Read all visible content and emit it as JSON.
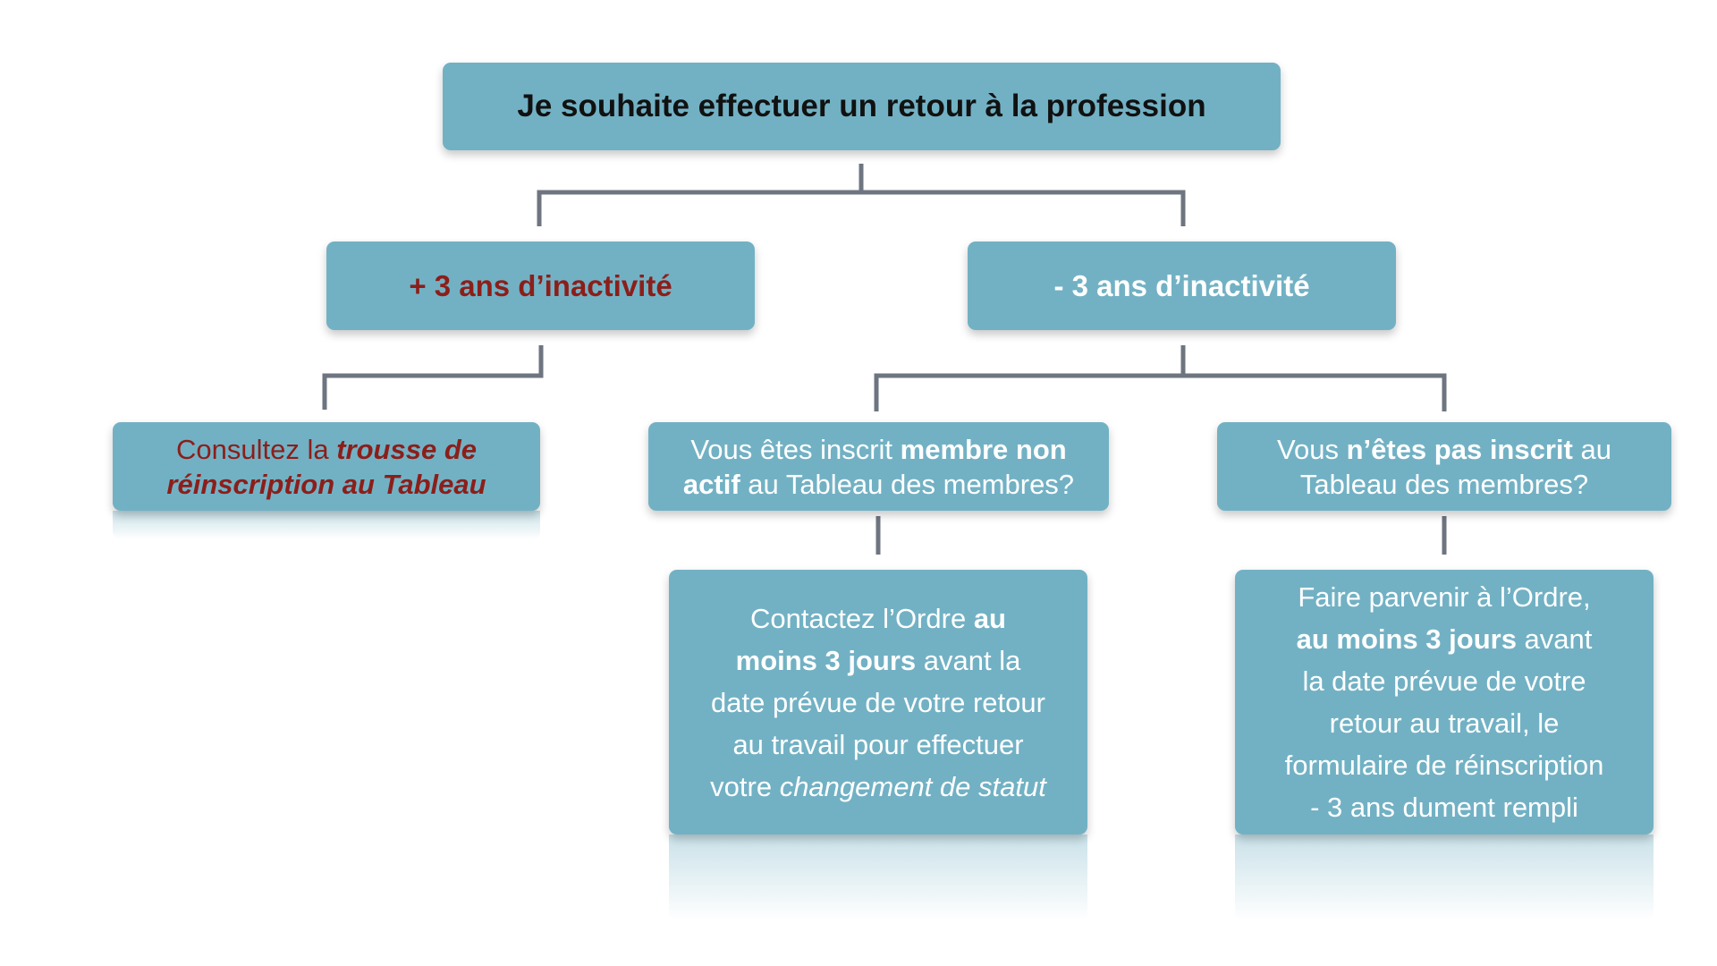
{
  "colors": {
    "box_fill": "#72b1c4",
    "connector": "#6e7580",
    "accent_red": "#8c1e1a",
    "title_text": "#111111"
  },
  "root": {
    "title": "Je souhaite effectuer un retour à la profession"
  },
  "branch_more": {
    "label": "+ 3 ans d’inactivité"
  },
  "branch_less": {
    "label": "- 3 ans d’inactivité"
  },
  "node_consult": {
    "part1": "Consultez la ",
    "part2": "trousse de réinscription au Tableau"
  },
  "node_inactive": {
    "part1": "Vous êtes inscrit ",
    "part2": "membre non actif",
    "part3": " au Tableau des membres?"
  },
  "node_not_registered": {
    "part1": "Vous ",
    "part2": "n’êtes pas inscrit",
    "part3": " au Tableau des membres?"
  },
  "node_contact": {
    "line1_a": "Contactez l’Ordre ",
    "line1_b": "au",
    "line2_a": "moins 3 jours",
    "line2_b": " avant la",
    "line3": "date prévue de votre retour",
    "line4": "au travail pour effectuer",
    "line5_a": "votre ",
    "line5_b": "changement de statut"
  },
  "node_form": {
    "line1": "Faire parvenir à l’Ordre,",
    "line2_a": "au moins 3 jours",
    "line2_b": " avant",
    "line3": "la date prévue de votre",
    "line4": "retour au travail, le",
    "line5": "formulaire de réinscription",
    "line6": "- 3 ans dument rempli"
  }
}
